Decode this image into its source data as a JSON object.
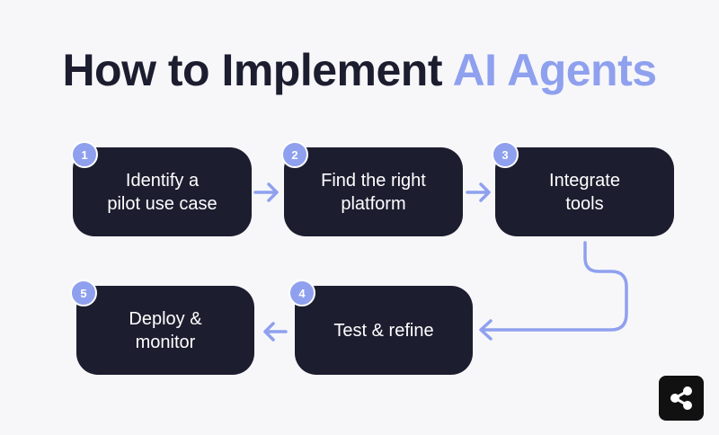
{
  "title": {
    "main": "How to Implement",
    "accent": "AI Agents"
  },
  "steps": [
    {
      "number": "1",
      "label": "Identify a\npilot use case"
    },
    {
      "number": "2",
      "label": "Find the right\nplatform"
    },
    {
      "number": "3",
      "label": "Integrate\ntools"
    },
    {
      "number": "4",
      "label": "Test & refine"
    },
    {
      "number": "5",
      "label": "Deploy &\nmonitor"
    }
  ],
  "colors": {
    "box": "#1c1d2f",
    "accent": "#8fa0ee",
    "background": "#f7f7fa"
  },
  "icons": {
    "share": "share-icon",
    "arrow": "arrow-right-icon"
  }
}
